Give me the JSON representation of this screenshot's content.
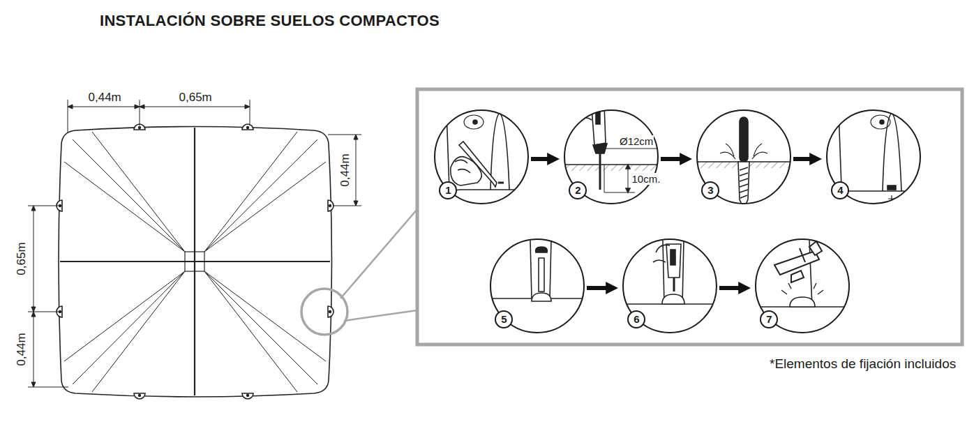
{
  "diagram": {
    "title": "INSTALACIÓN SOBRE SUELOS COMPACTOS",
    "caption": "*Elementos de fijación incluidos",
    "nodes": [
      {
        "text": [
          "1"
        ]
      },
      {
        "text": [
          "2"
        ]
      },
      {
        "text": [
          "3"
        ]
      },
      {
        "text": [
          "4"
        ]
      },
      {
        "text": [
          "5"
        ]
      },
      {
        "text": [
          "6"
        ]
      },
      {
        "text": [
          "7"
        ]
      }
    ],
    "edges": [
      {
        "from": 0,
        "to": 1,
        "arrow": "to"
      },
      {
        "from": 1,
        "to": 2,
        "arrow": "to"
      },
      {
        "from": 2,
        "to": 3,
        "arrow": "to"
      },
      {
        "from": 4,
        "to": 5,
        "arrow": "to"
      },
      {
        "from": 5,
        "to": 6,
        "arrow": "to"
      }
    ],
    "labels": [
      "0,44m",
      "0,65m",
      "0,44m",
      "0,65m",
      "0,44m",
      "Ø12cm",
      "10cm."
    ]
  }
}
